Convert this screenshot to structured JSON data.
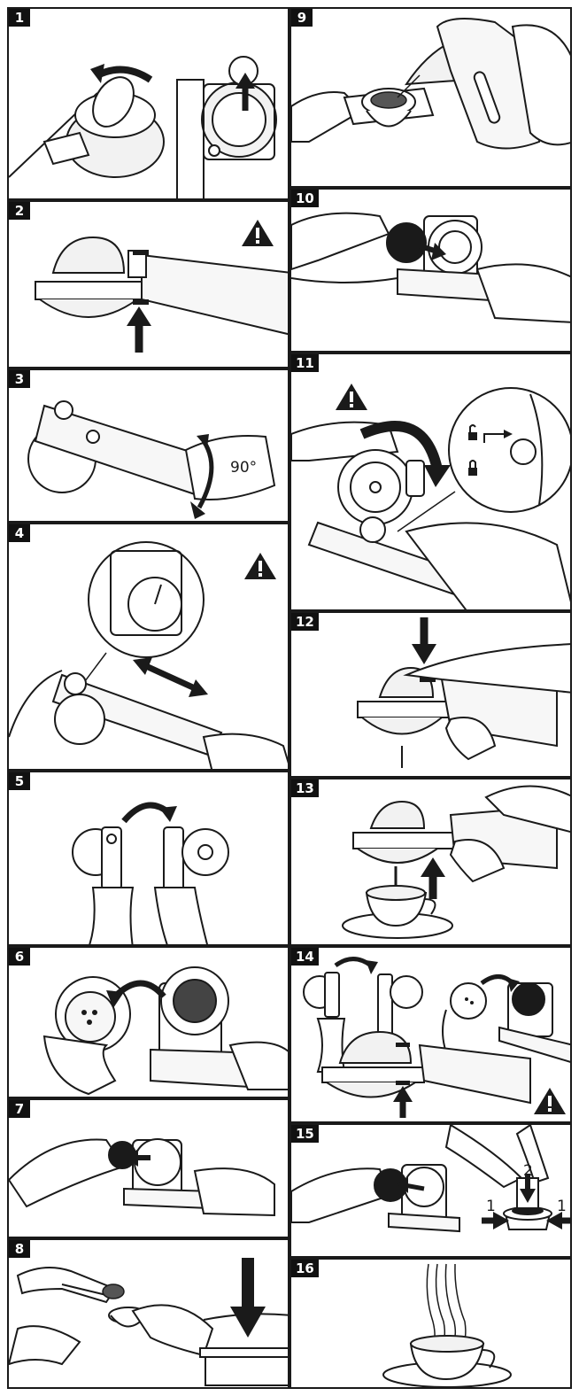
{
  "steps": [
    {
      "number": "1"
    },
    {
      "number": "2"
    },
    {
      "number": "3",
      "angle_label": "90°"
    },
    {
      "number": "4"
    },
    {
      "number": "5"
    },
    {
      "number": "6"
    },
    {
      "number": "7"
    },
    {
      "number": "8"
    },
    {
      "number": "9"
    },
    {
      "number": "10"
    },
    {
      "number": "11"
    },
    {
      "number": "12"
    },
    {
      "number": "13"
    },
    {
      "number": "14"
    },
    {
      "number": "15",
      "callouts": [
        "1",
        "2",
        "1"
      ]
    },
    {
      "number": "16"
    }
  ],
  "icons": {
    "warning": "warning-triangle-icon",
    "arrow": "arrow-icon"
  },
  "colors": {
    "line": "#1a1a1a",
    "fill_light": "#f2f2f2",
    "fill_dark": "#222222"
  }
}
